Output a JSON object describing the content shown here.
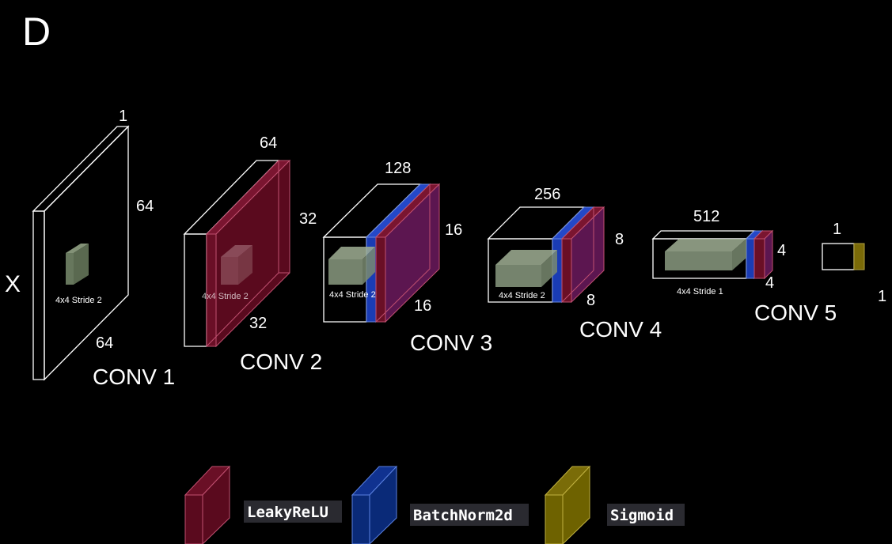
{
  "panel_letter": "D",
  "input_label": "X",
  "conv1": {
    "title": "CONV 1",
    "channels": "1",
    "height": "64",
    "width": "64",
    "kernel": "4x4 Stride 2"
  },
  "conv2": {
    "title": "CONV 2",
    "channels": "64",
    "height": "32",
    "width": "32",
    "kernel": "4x4 Stride 2"
  },
  "conv3": {
    "title": "CONV 3",
    "channels": "128",
    "height": "16",
    "width": "16",
    "kernel": "4x4 Stride 2"
  },
  "conv4": {
    "title": "CONV 4",
    "channels": "256",
    "height": "8",
    "width": "8",
    "kernel": "4x4 Stride 2"
  },
  "conv5": {
    "title": "CONV 5",
    "channels": "512",
    "height": "4",
    "width": "4",
    "kernel": "4x4 Stride 1"
  },
  "output": {
    "channels": "1",
    "size": "1"
  },
  "legend": [
    {
      "label": "LeakyReLU",
      "color": "#5a0a1e"
    },
    {
      "label": "BatchNorm2d",
      "color": "#0a2a78"
    },
    {
      "label": "Sigmoid",
      "color": "#6e6200"
    }
  ],
  "colors": {
    "leaky": "#5a0a1e",
    "batchnorm": "#1a3cb4",
    "sigmoid": "#7a6a08",
    "kernel": "#7a8c6e",
    "frame": "#ffffff"
  }
}
